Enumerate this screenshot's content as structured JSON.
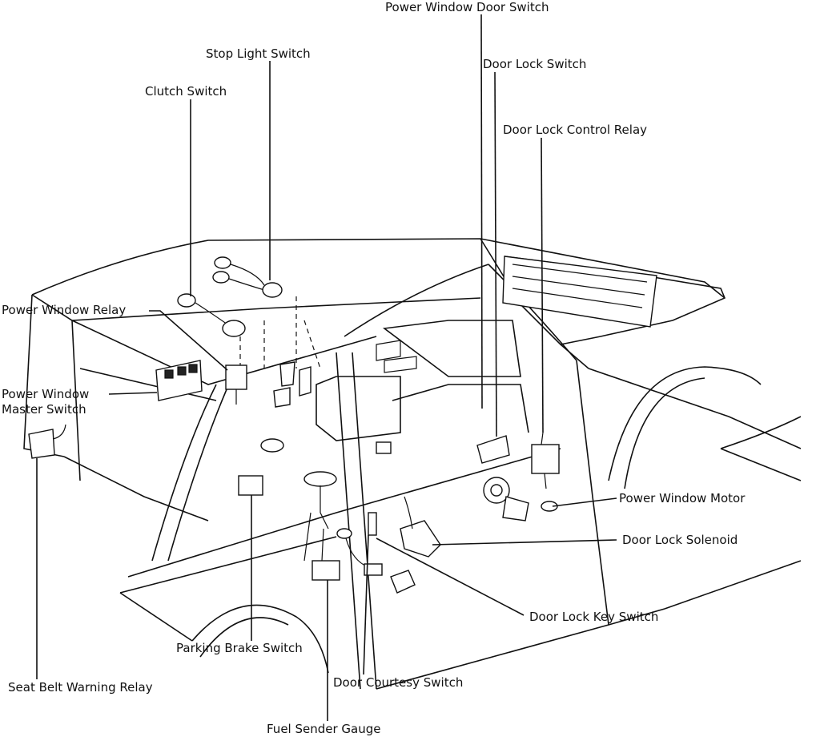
{
  "labels": {
    "power_window_door_switch": "Power Window Door Switch",
    "stop_light_switch": "Stop Light Switch",
    "door_lock_switch": "Door Lock Switch",
    "clutch_switch": "Clutch Switch",
    "door_lock_control_relay": "Door Lock Control Relay",
    "power_window_relay": "Power Window Relay",
    "power_window_master_switch_line1": "Power Window",
    "power_window_master_switch_line2": "Master Switch",
    "power_window_motor": "Power Window Motor",
    "door_lock_solenoid": "Door Lock Solenoid",
    "door_lock_key_switch": "Door Lock Key Switch",
    "parking_brake_switch": "Parking Brake Switch",
    "door_courtesy_switch": "Door Courtesy Switch",
    "seat_belt_warning_relay": "Seat Belt Warning Relay",
    "fuel_sender_gauge": "Fuel Sender Gauge"
  },
  "colors": {
    "ink": "#111111",
    "paper": "#ffffff"
  }
}
